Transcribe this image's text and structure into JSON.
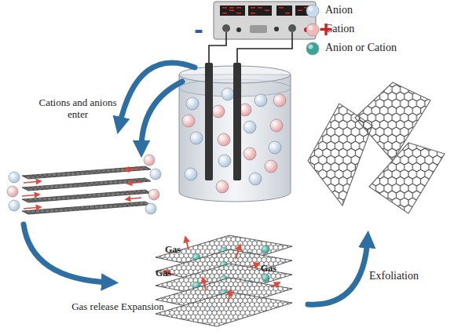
{
  "diagram": {
    "labels": [
      "-",
      "+",
      "Cations and anions enter",
      "Gas release Expansion",
      "Gas",
      "Gas",
      "Gas",
      "Exfoliation"
    ],
    "legend": [
      {
        "text": "Anion",
        "color": "#c8dbee"
      },
      {
        "text": "Cation",
        "color": "#f3b9b9"
      },
      {
        "text": "Anion or Cation",
        "color": "#3aa596"
      }
    ]
  }
}
